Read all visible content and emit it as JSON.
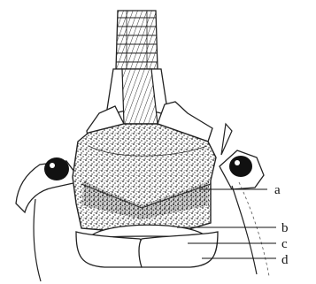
{
  "labels": [
    {
      "id": "a",
      "text": "a"
    },
    {
      "id": "b",
      "text": "b"
    },
    {
      "id": "c",
      "text": "c"
    },
    {
      "id": "d",
      "text": "d"
    }
  ]
}
